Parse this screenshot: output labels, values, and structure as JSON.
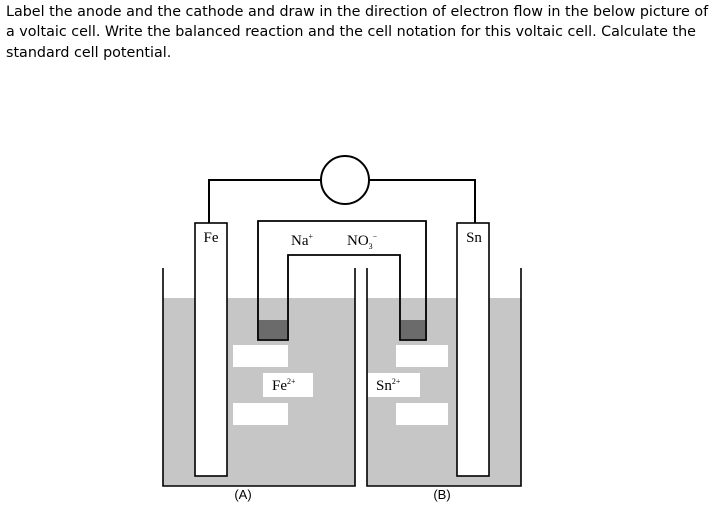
{
  "question": {
    "text": "Label the anode and the cathode and draw in the direction of electron flow in the below picture of a voltaic cell.  Write the balanced reaction and the cell notation for this voltaic cell. Calculate the standard cell potential."
  },
  "diagram": {
    "left_electrode": "Fe",
    "right_electrode": "Sn",
    "salt_bridge": {
      "cation": "Na",
      "cation_charge": "+",
      "anion": "NO",
      "anion_subscript": "3",
      "anion_charge": "−"
    },
    "left_solution": {
      "ion": "Fe",
      "charge": "2+"
    },
    "right_solution": {
      "ion": "Sn",
      "charge": "2+"
    },
    "left_beaker_label": "(A)",
    "right_beaker_label": "(B)",
    "colors": {
      "solution": "#c6c6c6",
      "plug": "#6b6b6b",
      "line": "#000000",
      "glare": "#ffffff"
    }
  }
}
